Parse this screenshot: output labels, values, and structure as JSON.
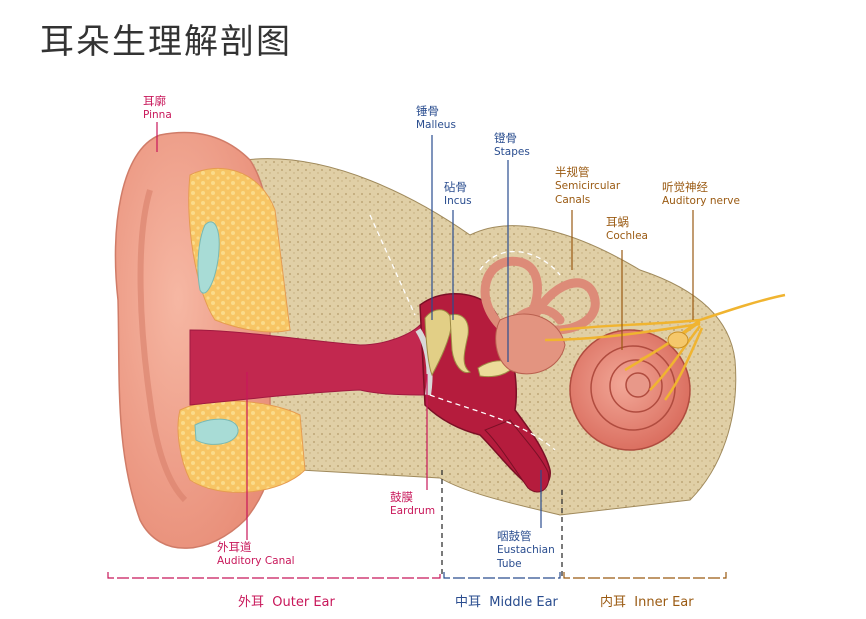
{
  "title": "耳朵生理解剖图",
  "colors": {
    "outer": "#c8175a",
    "middle": "#2a4d8f",
    "inner": "#9a5a12"
  },
  "labels": {
    "pinna": {
      "zh": "耳廓",
      "en": "Pinna"
    },
    "malleus": {
      "zh": "锤骨",
      "en": "Malleus"
    },
    "stapes": {
      "zh": "镫骨",
      "en": "Stapes"
    },
    "incus": {
      "zh": "砧骨",
      "en": "Incus"
    },
    "semicircular": {
      "zh": "半规管",
      "en1": "Semicircular",
      "en2": "Canals"
    },
    "auditory_nerve": {
      "zh": "听觉神经",
      "en": "Auditory nerve"
    },
    "cochlea": {
      "zh": "耳蜗",
      "en": "Cochlea"
    },
    "eardrum": {
      "zh": "鼓膜",
      "en": "Eardrum"
    },
    "auditory_canal": {
      "zh": "外耳道",
      "en": "Auditory Canal"
    },
    "eustachian": {
      "zh": "咽鼓管",
      "en1": "Eustachian",
      "en2": "Tube"
    }
  },
  "sections": {
    "outer": {
      "zh": "外耳",
      "en": "Outer Ear"
    },
    "middle": {
      "zh": "中耳",
      "en": "Middle Ear"
    },
    "inner": {
      "zh": "内耳",
      "en": "Inner Ear"
    }
  }
}
